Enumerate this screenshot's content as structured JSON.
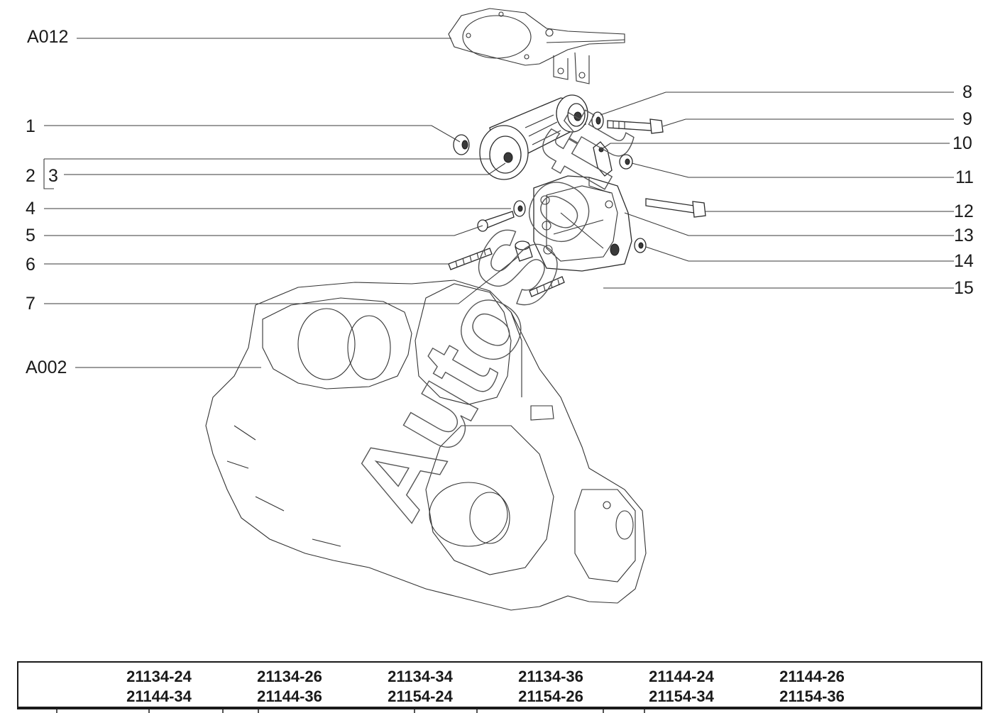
{
  "callouts": {
    "A012": "A012",
    "1": "1",
    "2": "2",
    "3": "3",
    "4": "4",
    "5": "5",
    "6": "6",
    "7": "7",
    "A002": "A002",
    "8": "8",
    "9": "9",
    "10": "10",
    "11": "11",
    "12": "12",
    "13": "13",
    "14": "14",
    "15": "15"
  },
  "watermark": "AutoSoft",
  "models": {
    "row1": [
      "21134-24",
      "21134-26",
      "21134-34",
      "21134-36",
      "21144-24",
      "21144-26"
    ],
    "row2": [
      "21144-34",
      "21144-36",
      "21154-24",
      "21154-26",
      "21154-34",
      "21154-36"
    ]
  }
}
